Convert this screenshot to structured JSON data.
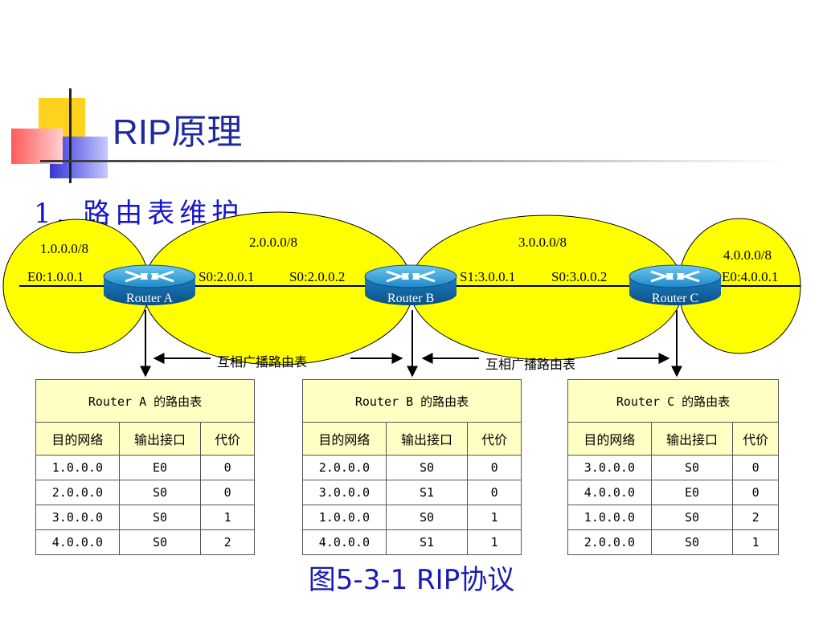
{
  "title": "RIP原理",
  "subtitle": "1. 路由表维护",
  "networks": [
    {
      "id": "net1",
      "label": "1.0.0.0/8"
    },
    {
      "id": "net2",
      "label": "2.0.0.0/8"
    },
    {
      "id": "net3",
      "label": "3.0.0.0/8"
    },
    {
      "id": "net4",
      "label": "4.0.0.0/8"
    }
  ],
  "interfaces": {
    "a_e0": "E0:1.0.0.1",
    "a_s0": "S0:2.0.0.1",
    "b_s0": "S0:2.0.0.2",
    "b_s1": "S1:3.0.0.1",
    "c_s0": "S0:3.0.0.2",
    "c_e0": "E0:4.0.0.1"
  },
  "routers": [
    {
      "id": "a",
      "label": "Router A"
    },
    {
      "id": "b",
      "label": "Router B"
    },
    {
      "id": "c",
      "label": "Router C"
    }
  ],
  "broadcast_label": "互相广播路由表",
  "tables": [
    {
      "title": "Router A 的路由表",
      "columns": [
        "目的网络",
        "输出接口",
        "代价"
      ],
      "rows": [
        [
          "1.0.0.0",
          "E0",
          "0"
        ],
        [
          "2.0.0.0",
          "S0",
          "0"
        ],
        [
          "3.0.0.0",
          "S0",
          "1"
        ],
        [
          "4.0.0.0",
          "S0",
          "2"
        ]
      ]
    },
    {
      "title": "Router B 的路由表",
      "columns": [
        "目的网络",
        "输出接口",
        "代价"
      ],
      "rows": [
        [
          "2.0.0.0",
          "S0",
          "0"
        ],
        [
          "3.0.0.0",
          "S1",
          "0"
        ],
        [
          "1.0.0.0",
          "S0",
          "1"
        ],
        [
          "4.0.0.0",
          "S1",
          "1"
        ]
      ]
    },
    {
      "title": "Router C 的路由表",
      "columns": [
        "目的网络",
        "输出接口",
        "代价"
      ],
      "rows": [
        [
          "3.0.0.0",
          "S0",
          "0"
        ],
        [
          "4.0.0.0",
          "E0",
          "0"
        ],
        [
          "1.0.0.0",
          "S0",
          "2"
        ],
        [
          "2.0.0.0",
          "S0",
          "1"
        ]
      ]
    }
  ],
  "caption": "图5-3-1  RIP协议",
  "colors": {
    "network_fill": "#ffff00",
    "router": "#1e88c8",
    "title": "#1f2a9e",
    "caption": "#1a1ab4",
    "table_header": "#ffffc4"
  }
}
